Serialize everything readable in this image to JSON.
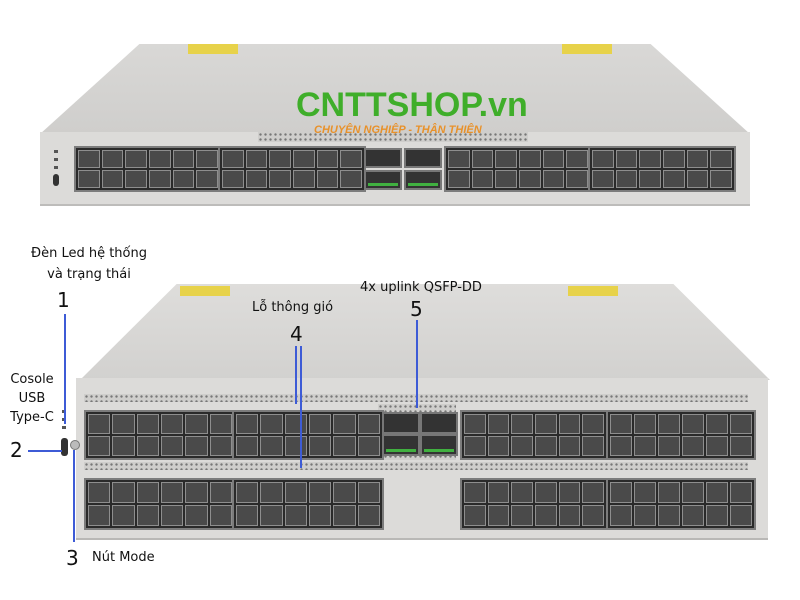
{
  "logo": {
    "main": "CNTTSHOP.vn",
    "tagline": "CHUYÊN NGHIỆP - THÂN THIỆN"
  },
  "callouts": [
    {
      "number": "1",
      "label": "Đèn Led hệ thống\nvà trạng thái"
    },
    {
      "number": "2",
      "label": "Cosole\nUSB\nType-C"
    },
    {
      "number": "3",
      "label": "Nút Mode"
    },
    {
      "number": "4",
      "label": "Lỗ thông gió"
    },
    {
      "number": "5",
      "label": "4x uplink QSFP-DD"
    }
  ],
  "colors": {
    "callout_line": "#3d5bd6",
    "logo_green": "#3fae2a",
    "logo_orange": "#e8912a"
  }
}
